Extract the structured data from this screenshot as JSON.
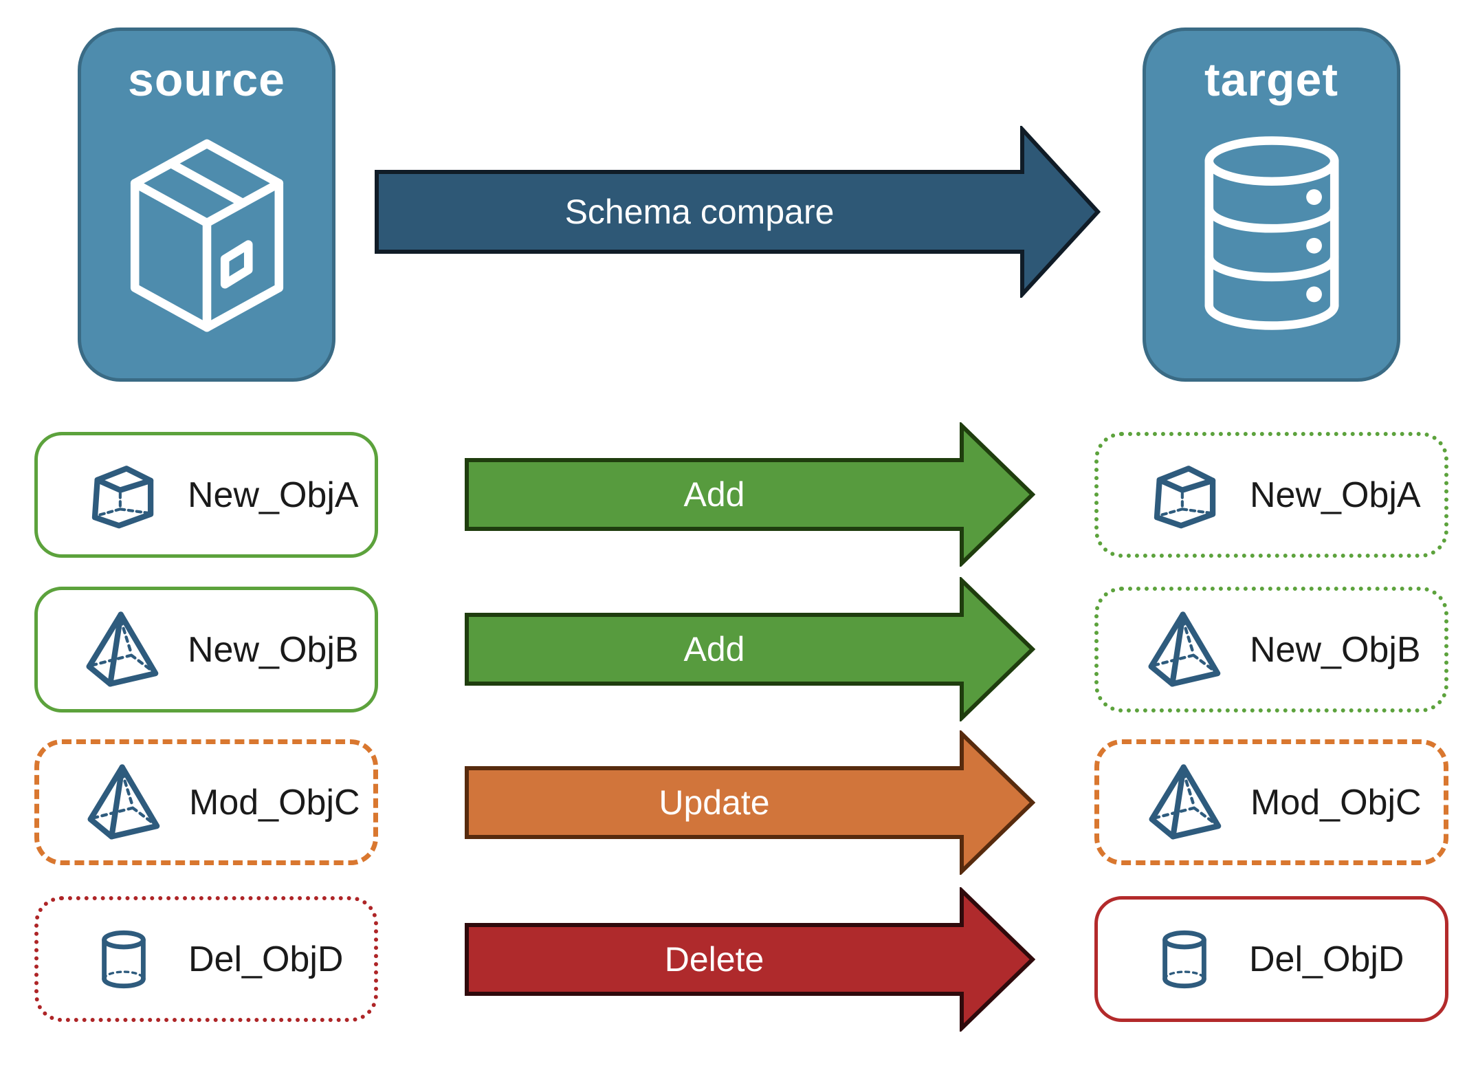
{
  "nodes": {
    "source": {
      "label": "source",
      "icon": "package-icon"
    },
    "target": {
      "label": "target",
      "icon": "database-icon"
    }
  },
  "compare_arrow": {
    "label": "Schema compare"
  },
  "rows": [
    {
      "object": "New_ObjA",
      "action": "Add",
      "icon": "cube-icon",
      "source_border": "green-solid",
      "target_border": "green-dotted"
    },
    {
      "object": "New_ObjB",
      "action": "Add",
      "icon": "pyramid-icon",
      "source_border": "green-solid",
      "target_border": "green-dotted"
    },
    {
      "object": "Mod_ObjC",
      "action": "Update",
      "icon": "pyramid-icon",
      "source_border": "orange-dashed",
      "target_border": "orange-dashed"
    },
    {
      "object": "Del_ObjD",
      "action": "Delete",
      "icon": "cylinder-icon",
      "source_border": "red-dotted",
      "target_border": "red-solid"
    }
  ],
  "colors": {
    "node_fill": "#4E8CAD",
    "node_border": "#3A6B85",
    "compare_arrow_fill": "#2E5876",
    "compare_arrow_border": "#101C27",
    "add_arrow_fill": "#579B3E",
    "add_arrow_border": "#1F3D0E",
    "update_arrow_fill": "#D1753B",
    "update_arrow_border": "#572B0E",
    "delete_arrow_fill": "#AF2A2C",
    "delete_arrow_border": "#2F0A0C",
    "green_border": "#5CA23C",
    "orange_border": "#D9772F",
    "red_border": "#B02A2B",
    "icon_stroke": "#2E5B7D",
    "label_text": "#1a1a1a",
    "arrow_text": "#ffffff"
  }
}
